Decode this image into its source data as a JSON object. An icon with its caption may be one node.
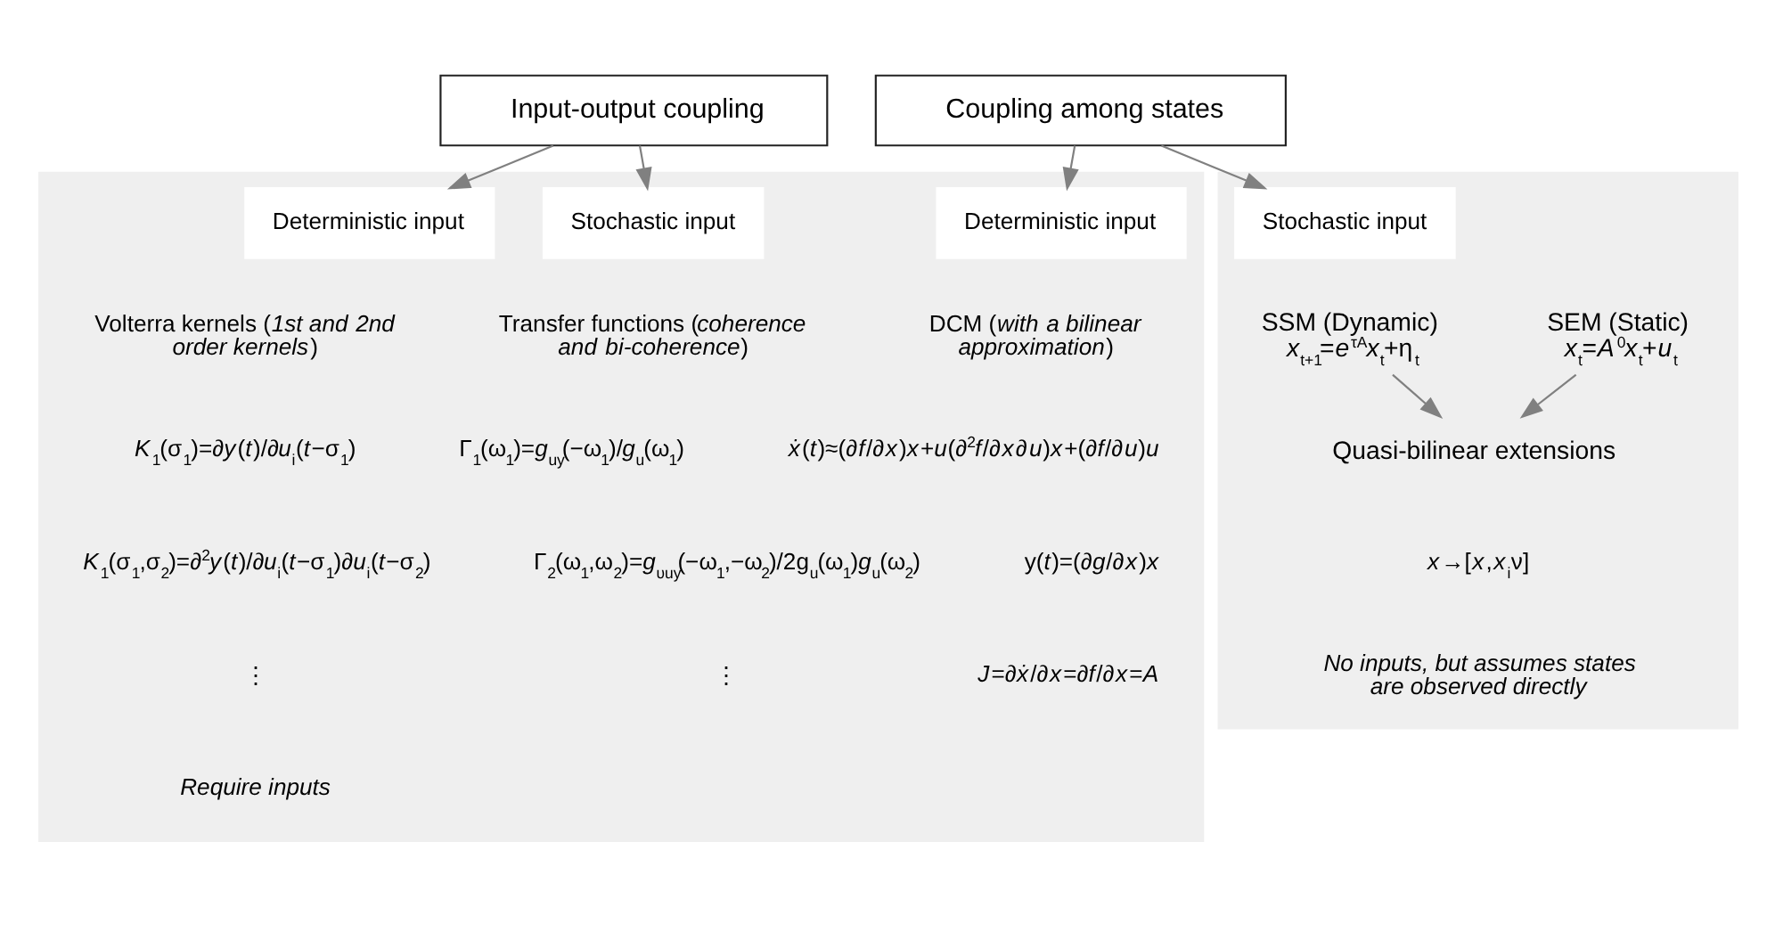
{
  "diagram": {
    "nodes": [
      {
        "text": [
          "Input-output coupling"
        ]
      },
      {
        "text": [
          "Coupling among states"
        ]
      },
      {
        "text": [],
        "shape": "box"
      },
      {
        "text": [],
        "shape": "box"
      },
      {
        "text": [
          "Deterministic input"
        ],
        "in": 2
      },
      {
        "text": [
          "Stochastic input"
        ],
        "in": 2
      },
      {
        "text": [
          "Deterministic input"
        ],
        "in": 2
      },
      {
        "text": [
          "Stochastic input"
        ],
        "in": 3
      },
      {
        "text": [
          "SSM (Dynamic)",
          "*x*$_{t+1}$=*e*$^{τA}$*x*$_{t}$+η$_{t}$"
        ],
        "in": 3
      },
      {
        "text": [
          "SEM (Static)",
          "*x*$_{t}$=*A*$^{0}$*x*$_{t}$+*u*$_{t}$"
        ],
        "in": 3
      },
      {
        "text": [
          "Quasi-bilinear extensions"
        ],
        "in": 3
      }
    ],
    "edges": [
      {
        "from": 0,
        "to": 4,
        "arrow": "to"
      },
      {
        "from": 0,
        "to": 5,
        "arrow": "to"
      },
      {
        "from": 1,
        "to": 6,
        "arrow": "to"
      },
      {
        "from": 1,
        "to": 7,
        "arrow": "to"
      },
      {
        "from": 8,
        "to": 10,
        "arrow": "to"
      },
      {
        "from": 9,
        "to": 10,
        "arrow": "to"
      }
    ],
    "labels": [
      "Volterra kernels (*1st and 2nd order kernels*)",
      "Transfer functions (*coherence and bi-coherence*)",
      "DCM (*with a bilinear approximation*)",
      "*K*$_{1}$(σ$_{1}$)=∂*y*(*t*)/∂*u*$_{i}$(*t*−σ$_{1}$)",
      "*K*$_{1}$(σ$_{1}$,σ$_{2}$)=∂$^{2}$*y*(*t*)/∂*u*$_{i}$(*t*−σ$_{1}$)∂*u*$_{i}$(*t*−σ$_{2}$)",
      "⋮",
      "Γ$_{1}$(ω$_{1}$)=*g*$_{uy}$(−ω$_{1}$)/*g*$_{u}$(ω$_{1}$)",
      "Γ$_{2}$(ω$_{1}$,ω$_{2}$)=*g*$_{υuy}$(−ω$_{1}$,−ω$_{2}$)/2g$_{u}$(ω$_{1}$)*g*$_{u}$(ω$_{2}$)",
      "⋮",
      "*ẋ*(*t*)≈(∂*f*/∂*x*)*x*+*u*(∂$^{2}$*f*/∂*x*∂*u*)*x*+(∂*f*/∂*u*)*u*",
      "y(*t*)=(∂*g*/∂*x*)*x*",
      "*J*=∂*ẋ*/∂*x*=∂*f*/∂*x*=*A*",
      "Require inputs",
      "*x*→[*x*,*x*$_{i}$ν]",
      "No inputs, but assumes states are observed directly"
    ]
  }
}
